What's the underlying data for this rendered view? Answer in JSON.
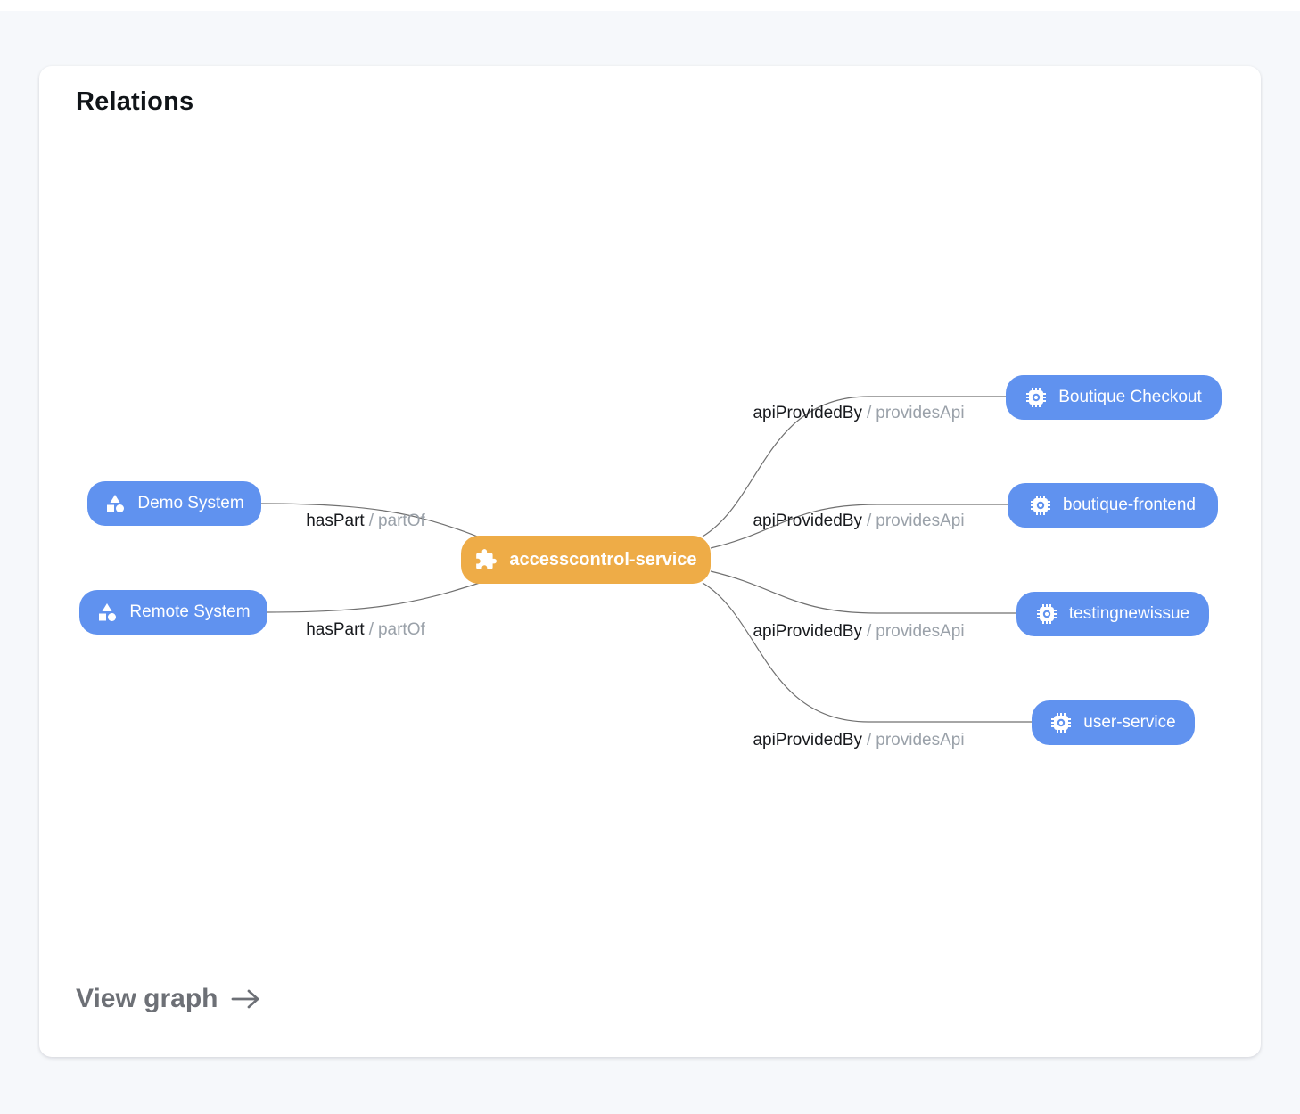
{
  "header": {
    "title": "Relations"
  },
  "graph": {
    "center": {
      "label": "accesscontrol-service",
      "icon": "puzzle-icon"
    },
    "sources": [
      {
        "label": "Demo System",
        "icon": "category-shapes-icon",
        "edge": {
          "relation": "hasPart",
          "separator": "/",
          "inverse": "partOf"
        }
      },
      {
        "label": "Remote System",
        "icon": "category-shapes-icon",
        "edge": {
          "relation": "hasPart",
          "separator": "/",
          "inverse": "partOf"
        }
      }
    ],
    "targets": [
      {
        "label": "Boutique Checkout",
        "icon": "chip-icon",
        "edge": {
          "relation": "apiProvidedBy",
          "separator": "/",
          "inverse": "providesApi"
        }
      },
      {
        "label": "boutique-frontend",
        "icon": "chip-icon",
        "edge": {
          "relation": "apiProvidedBy",
          "separator": "/",
          "inverse": "providesApi"
        }
      },
      {
        "label": "testingnewissue",
        "icon": "chip-icon",
        "edge": {
          "relation": "apiProvidedBy",
          "separator": "/",
          "inverse": "providesApi"
        }
      },
      {
        "label": "user-service",
        "icon": "chip-icon",
        "edge": {
          "relation": "apiProvidedBy",
          "separator": "/",
          "inverse": "providesApi"
        }
      }
    ],
    "colors": {
      "system_node_blue": "#6092EF",
      "center_node_orange": "#EEAC47",
      "edge_line": "#707070",
      "relation_text": "#17191D",
      "inverse_text": "#9AA1A9",
      "page_background": "#F6F8FB",
      "card_background": "#FFFFFF"
    }
  },
  "footer": {
    "link_label": "View graph",
    "arrow_icon": "arrow-right-icon"
  }
}
